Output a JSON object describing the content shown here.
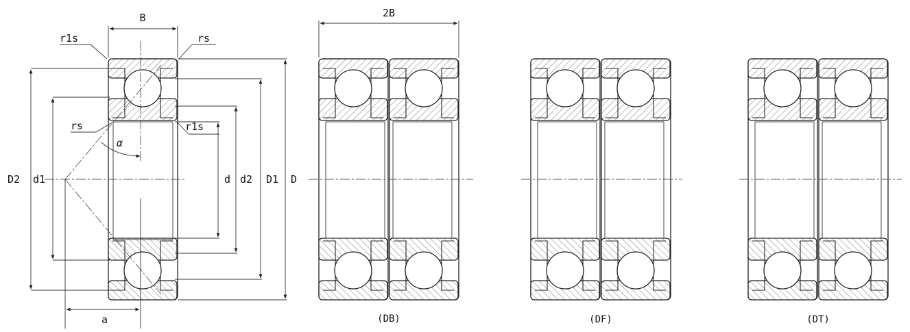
{
  "dimension_labels": {
    "B": "B",
    "two_B": "2B",
    "r1s_top": "r1s",
    "rs_top": "rs",
    "rs_inner": "rs",
    "r1s_inner": "r1s",
    "alpha": "α",
    "D2": "D2",
    "d1": "d1",
    "d": "d",
    "d2": "d2",
    "D1": "D1",
    "D": "D",
    "a": "a"
  },
  "arrangements": [
    {
      "label": "(DB)"
    },
    {
      "label": "(DF)"
    },
    {
      "label": "(DT)"
    }
  ]
}
